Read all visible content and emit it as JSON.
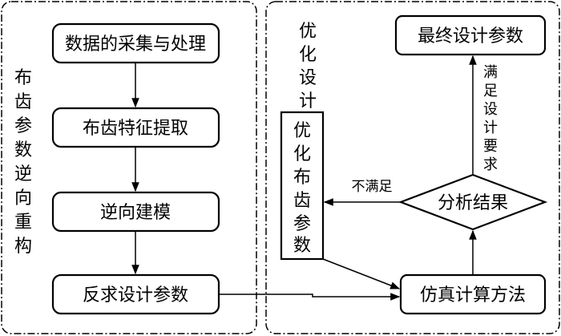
{
  "left_group": {
    "title_chars": [
      "布",
      "齿",
      "参",
      "数",
      "逆",
      "向",
      "重",
      "构"
    ]
  },
  "right_group": {
    "title_chars": [
      "优",
      "化",
      "设",
      "计"
    ]
  },
  "nodes": {
    "collect": "数据的采集与处理",
    "feature": "布齿特征提取",
    "model": "逆向建模",
    "reverse_params": "反求设计参数",
    "optimize_chars": [
      "优",
      "化",
      "布",
      "齿",
      "参",
      "数"
    ],
    "simulate": "仿真计算方法",
    "analyze": "分析结果",
    "final": "最终设计参数"
  },
  "edges": {
    "not_satisfied": "不满足",
    "satisfied_chars": [
      "满",
      "足",
      "设",
      "计",
      "要",
      "求"
    ]
  }
}
